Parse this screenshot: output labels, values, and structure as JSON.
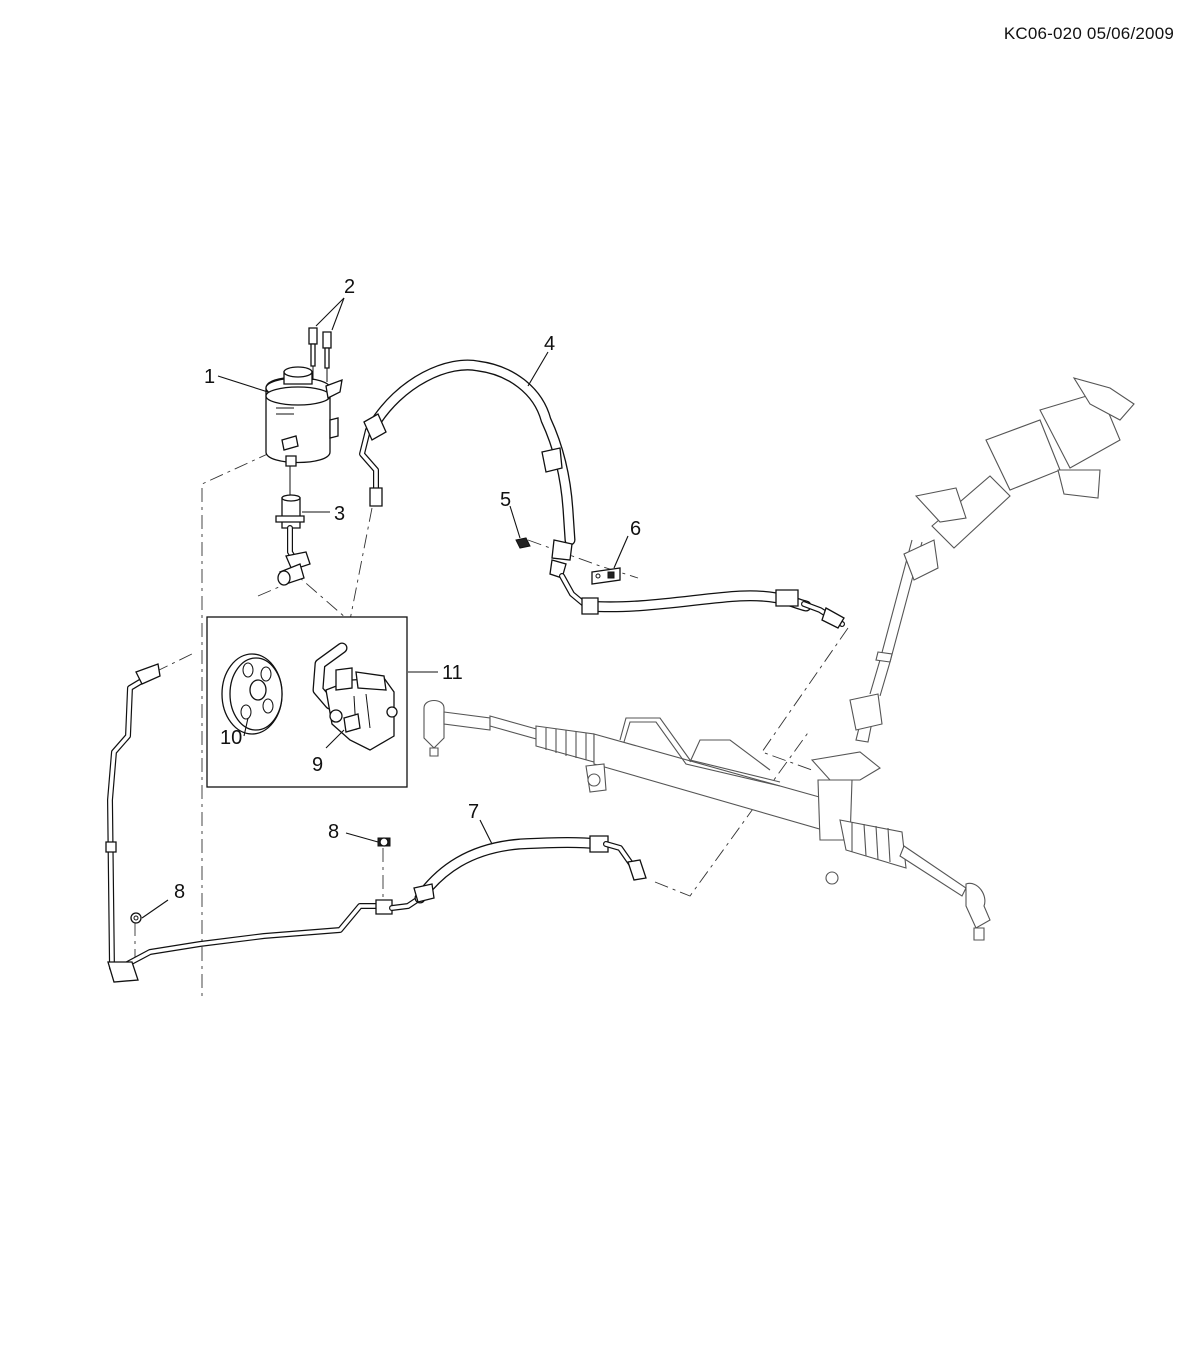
{
  "header": {
    "document_code": "KC06-020 05/06/2009"
  },
  "diagram": {
    "title": "Power steering system exploded view",
    "callouts": [
      {
        "number": "1",
        "part": "fluid reservoir"
      },
      {
        "number": "2",
        "part": "reservoir bolts"
      },
      {
        "number": "3",
        "part": "reservoir-to-pump hose"
      },
      {
        "number": "4",
        "part": "pressure hose"
      },
      {
        "number": "5",
        "part": "bracket bolt"
      },
      {
        "number": "6",
        "part": "hose bracket"
      },
      {
        "number": "7",
        "part": "return hose"
      },
      {
        "number": "8",
        "part": "nut"
      },
      {
        "number": "8",
        "part": "nut"
      },
      {
        "number": "9",
        "part": "power steering pump"
      },
      {
        "number": "10",
        "part": "pump pulley"
      },
      {
        "number": "11",
        "part": "pump assembly"
      }
    ]
  }
}
